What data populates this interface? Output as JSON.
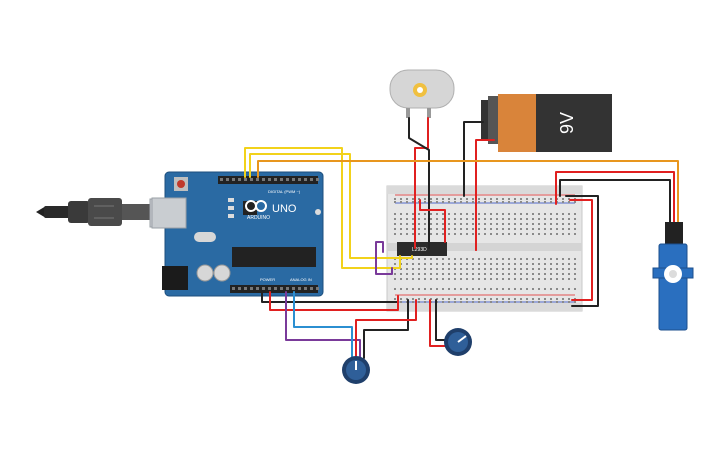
{
  "arduino": {
    "brand": "ARDUINO",
    "model": "UNO",
    "digital_label": "DIGITAL (PWM ~)",
    "power_label": "POWER",
    "analog_label": "ANALOG IN"
  },
  "ic": {
    "label": "L293D"
  },
  "battery": {
    "label": "9V"
  },
  "colors": {
    "board": "#2a6aa3",
    "wire_red": "#e02020",
    "wire_black": "#222222",
    "wire_yellow": "#f2d21b",
    "wire_orange": "#e8961e",
    "wire_purple": "#7a3a9a",
    "wire_blue": "#2b8fd1",
    "battery_orange": "#d9843a",
    "battery_dark": "#333333",
    "servo": "#2a6fbf"
  },
  "icons": {
    "usb": "usb-cable-icon",
    "motor": "dc-motor-icon",
    "servo": "servo-motor-icon",
    "pot": "potentiometer-icon"
  }
}
